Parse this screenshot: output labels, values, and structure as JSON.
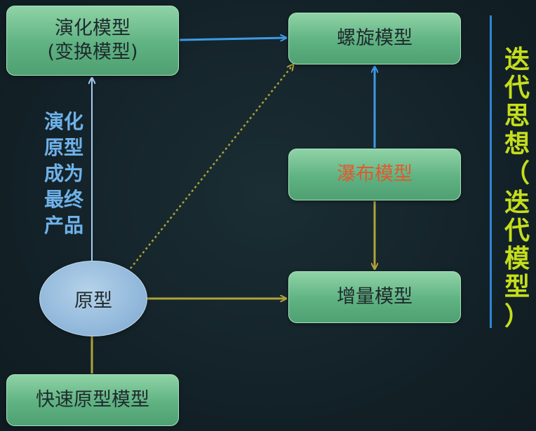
{
  "nodes": {
    "evolution": {
      "line1": "演化模型",
      "line2": "(变换模型)"
    },
    "spiral": "螺旋模型",
    "waterfall": "瀑布模型",
    "incremental": "增量模型",
    "rapid": "快速原型模型",
    "prototype": "原型"
  },
  "side_note": [
    "演化",
    "原型",
    "成为",
    "最终",
    "产品"
  ],
  "vertical_title": [
    "迭",
    "代",
    "思",
    "想",
    "（",
    "迭",
    "代",
    "模",
    "型",
    "）"
  ],
  "colors": {
    "blue_arrow": "#3f9ae6",
    "yellow_arrow": "#b0a23a",
    "waterfall_text": "#e05a2e",
    "title_text": "#c5de1a",
    "note_text": "#6fb2ea"
  }
}
